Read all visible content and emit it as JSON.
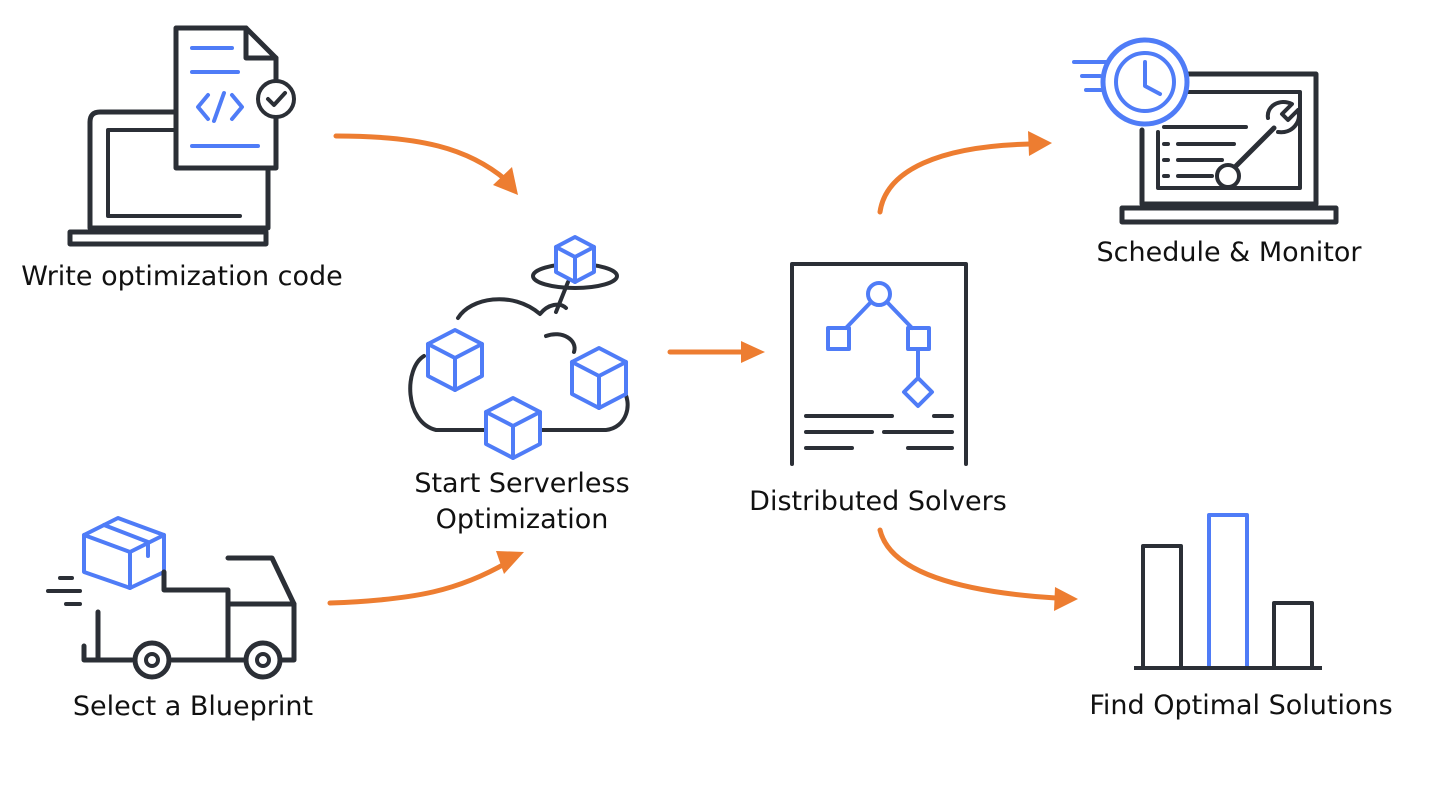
{
  "colors": {
    "accent_orange": "#ED7D31",
    "icon_blue": "#4F7CF7",
    "outline_dark": "#2B2F36",
    "text": "#111111"
  },
  "steps": {
    "write_code": {
      "label": "Write optimization code",
      "icon": "laptop-code-document-icon"
    },
    "blueprint": {
      "label": "Select a Blueprint",
      "icon": "delivery-truck-icon"
    },
    "start": {
      "line1": "Start Serverless",
      "line2": "Optimization",
      "icon": "serverless-cloud-icon"
    },
    "distributed": {
      "label": "Distributed Solvers",
      "icon": "flowchart-document-icon"
    },
    "schedule": {
      "label": "Schedule & Monitor",
      "icon": "clock-wrench-laptop-icon"
    },
    "find": {
      "label": "Find Optimal Solutions",
      "icon": "bar-chart-icon"
    }
  }
}
